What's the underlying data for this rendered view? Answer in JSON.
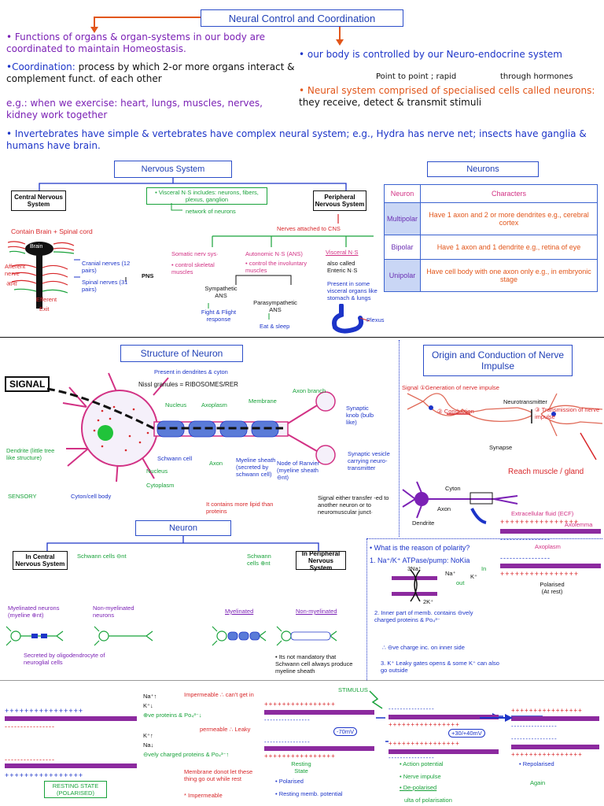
{
  "title": "Neural Control and Coordination",
  "intro": {
    "functions": "• Functions of organs & organ-systems in our body are coordinated to maintain Homeostasis.",
    "coordination_label": "•Coordination:",
    "coordination_text": " process by which 2-or more organs interact & complement funct. of each other",
    "example": "e.g.: when we exercise: heart, lungs, muscles, nerves, kidney work together",
    "invertebrates": "• Invertebrates have simple & vertebrates have complex neural system; e.g., Hydra has nerve net; insects have ganglia & humans have brain.",
    "neuroendocrine": "• our body is controlled by our Neuro-endocrine system",
    "point_to_point": "Point to point ; rapid",
    "through_hormones": "through hormones",
    "neural_system_label": "• Neural system comprised of specialised cells called neurons:",
    "neural_system_text": " they receive, detect & transmit stimuli"
  },
  "nervous_system": {
    "header": "Nervous System",
    "cns": "Central Nervous System",
    "pns": "Peripheral Nervous System",
    "visceral_ns": "• Visceral N·S includes: neurons, fibers, plexus, ganglion",
    "network": "network of neurons",
    "contain": "Contain Brain + Spinal cord",
    "brain": "Brain",
    "afferent": "Afferent nerve",
    "aana": "आना",
    "efferent": "Efferent",
    "exit": "Exit",
    "cranial": "Cranial nerves (12 pairs)",
    "spinal": "Spinal nerves (31 pairs)",
    "pns_short": "PNS",
    "nerves_attached": "Nerves attached to CNS",
    "somatic": "Somatic nerv sys·",
    "somatic_desc": "• control skeletal muscles",
    "autonomic": "Autonomic N·S (ANS)",
    "autonomic_desc": "• control the involuntary muscles",
    "visceral": "Visceral N·S",
    "visceral_desc": "also called Enteric N·S",
    "visceral_present": "Present in some visceral organs like stomach & lungs",
    "plexus": "Plexus",
    "sympathetic": "Sympathetic ANS",
    "parasympathetic": "Parasympathetic ANS",
    "fight_flight": "Fight & Flight response",
    "eat_sleep": "Eat & sleep"
  },
  "neurons_table": {
    "header": "Neurons",
    "col1": "Neuron",
    "col2": "Characters",
    "rows": [
      {
        "name": "Multipolar",
        "desc": "Have 1 axon and 2 or more dendrites e.g., cerebral cortex"
      },
      {
        "name": "Bipolar",
        "desc": "Have 1 axon and 1 dendrite e.g., retina of eye"
      },
      {
        "name": "Unipolar",
        "desc": "Have cell body with one axon only e.g., in embryonic stage"
      }
    ]
  },
  "structure": {
    "header": "Structure of Neuron",
    "signal": "SIGNAL",
    "present_in": "Present in dendrites & cyton",
    "nissl": "Nissl granules = RIBOSOMES/RER",
    "axon_branch": "Axon branch",
    "nucleus_top": "Nucleus",
    "axoplasm": "Axoplasm",
    "membrane": "Membrane",
    "synaptic_knob": "Synaptic knob (bulb like)",
    "dendrite": "Dendrite (little tree like structure)",
    "sensory": "SENSORY",
    "cyton": "Cyton/cell body",
    "schwann_cell": "Schwann cell",
    "axon": "Axon",
    "nucleus": "Nucleus",
    "cytoplasm": "Cytoplasm",
    "myeline": "Myeline sheath (secreted by schwann cell)",
    "node": "Node of Ranvier (myeline sheath ⊖nt)",
    "synaptic_vesicle": "Synaptic vesicle carrying neuro-transmitter",
    "lipid": "It contains more lipid than proteins",
    "signal_transfer": "Signal either transfer -ed to another neuron or to neuromuscular junct·"
  },
  "neuron_box": {
    "header": "Neuron",
    "cns": "In Central Nervous System",
    "schwann_absent": "Schwann cells ⊖nt",
    "schwann_present": "Schwann cells ⊕nt",
    "pns": "In Peripheral Nervous System",
    "myelinated_cns": "Myelinated neurons (myeline ⊕nt)",
    "non_myelinated_cns": "Non-myelinated neurons",
    "secreted_by": "Secreted by oligodendrocyte of neuroglial cells",
    "myelinated_pns": "Myelinated",
    "non_myelinated_pns": "Non-myelinated",
    "not_mandatory": "• Its not mandatory that Schwann cell always produce myeline sheath"
  },
  "origin": {
    "header": "Origin and Conduction of Nerve Impulse",
    "signal": "Signal",
    "s1": "①Generation of nerve impulse",
    "s2": "② Conduction",
    "neurotransmitter": "Neurotransmitter",
    "s3": "③ Transmission of nerve impulse",
    "synapse": "Synapse",
    "reach": "Reach muscle / gland",
    "cyton": "Cyton",
    "axon": "Axon",
    "dendrite": "Dendrite",
    "ecf": "Extracellular fluid (ECF)",
    "axolemma": "Axolemma",
    "axoplasm": "Axoplasm",
    "polarised": "Polarised (At rest)"
  },
  "polarity": {
    "question": "• What is the reason of polarity?",
    "p1": "1. Na⁺/K⁺ ATPase/pump: NoKia",
    "na3": "3Na⁺",
    "k2": "2K⁺",
    "na": "Na⁺",
    "k": "K⁺",
    "out": "out",
    "in": "In",
    "p2": "2. Inner part of memb. contains ⊖vely charged proteins & Po₄³⁻",
    "p2b": "∴ ⊖ve charge inc. on inner side",
    "p3": "3. K⁺ Leaky gates opens & some K⁺ can also go outside"
  },
  "resting": {
    "na_up": "Na⁺↑",
    "k_down": "K⁺↓",
    "pos": "⊕ve proteins & Po₄³⁻↓",
    "impermeable": "Impermeable ∴ can't get in",
    "k_up": "K⁺↑",
    "na_down": "Na↓",
    "neg": "⊖vely charged proteins & Po₄³⁻↑",
    "permeable": "permeable ∴ Leaky",
    "membrane_not": "Membrane donot let these thing go out while rest",
    "impermeable2": "* Impermeable",
    "state": "RESTING STATE (POLARISED)"
  },
  "stimulus": {
    "label": "STIMULUS",
    "rest_mv": "-70mV",
    "resting_state": "Resting State",
    "polarised": "• Polarised",
    "rest_pot": "• Resting memb. potential",
    "action_mv": "+30/+40mV",
    "action": "• Action potential",
    "impulse": "• Nerve impulse",
    "depol": "• De-polarised",
    "ulta": "ulta of polarisation",
    "repol": "• Repolarised",
    "again": "Again"
  },
  "plus_row": "++++++++++++++++",
  "minus_row": "----------------",
  "colors": {
    "blue": "#1c34c8",
    "purple": "#7b21b5",
    "red": "#d8272a",
    "green": "#18a23a",
    "orange": "#e2561a",
    "membrane": "#8c2a9f"
  }
}
